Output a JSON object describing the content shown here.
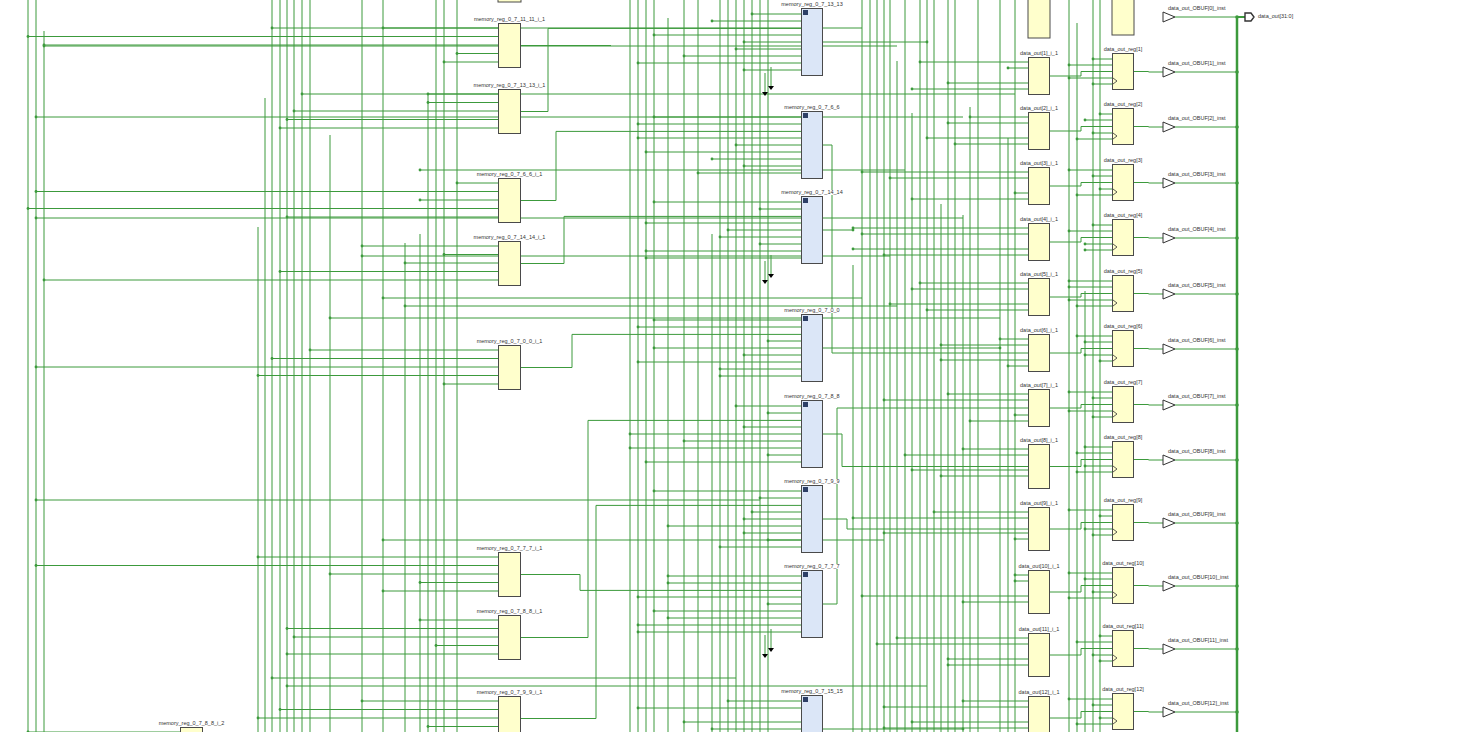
{
  "diagram": {
    "nodes": [
      {
        "text": [
          "memory_reg_0_7_11_11_i_1"
        ]
      },
      {
        "text": [
          "memory_reg_0_7_13_13_i_1"
        ]
      },
      {
        "text": [
          "memory_reg_0_7_6_6_i_1"
        ]
      },
      {
        "text": [
          "memory_reg_0_7_14_14_i_1"
        ]
      },
      {
        "text": [
          "memory_reg_0_7_0_0_i_1"
        ]
      },
      {
        "text": [
          "memory_reg_0_7_7_7_i_1"
        ]
      },
      {
        "text": [
          "memory_reg_0_7_8_8_i_1"
        ]
      },
      {
        "text": [
          "memory_reg_0_7_9_9_i_1"
        ]
      },
      {
        "text": [
          "memory_reg_0_7_8_8_i_2"
        ]
      },
      {
        "text": [
          "memory_reg_0_7_13_13"
        ]
      },
      {
        "text": [
          "memory_reg_0_7_6_6"
        ]
      },
      {
        "text": [
          "memory_reg_0_7_14_14"
        ]
      },
      {
        "text": [
          "memory_reg_0_7_0_0"
        ]
      },
      {
        "text": [
          "memory_reg_0_7_8_8"
        ]
      },
      {
        "text": [
          "memory_reg_0_7_9_9"
        ]
      },
      {
        "text": [
          "memory_reg_0_7_7_7"
        ]
      },
      {
        "text": [
          "memory_reg_0_7_15_15"
        ]
      },
      {
        "text": [
          "data_out[1]_i_1"
        ]
      },
      {
        "text": [
          "data_out[2]_i_1"
        ]
      },
      {
        "text": [
          "data_out[3]_i_1"
        ]
      },
      {
        "text": [
          "data_out[4]_i_1"
        ]
      },
      {
        "text": [
          "data_out[5]_i_1"
        ]
      },
      {
        "text": [
          "data_out[6]_i_1"
        ]
      },
      {
        "text": [
          "data_out[7]_i_1"
        ]
      },
      {
        "text": [
          "data_out[8]_i_1"
        ]
      },
      {
        "text": [
          "data_out[9]_i_1"
        ]
      },
      {
        "text": [
          "data_out[10]_i_1"
        ]
      },
      {
        "text": [
          "data_out[11]_i_1"
        ]
      },
      {
        "text": [
          "data_out[12]_i_1"
        ]
      },
      {
        "text": [
          "data_out_reg[1]"
        ]
      },
      {
        "text": [
          "data_out_reg[2]"
        ]
      },
      {
        "text": [
          "data_out_reg[3]"
        ]
      },
      {
        "text": [
          "data_out_reg[4]"
        ]
      },
      {
        "text": [
          "data_out_reg[5]"
        ]
      },
      {
        "text": [
          "data_out_reg[6]"
        ]
      },
      {
        "text": [
          "data_out_reg[7]"
        ]
      },
      {
        "text": [
          "data_out_reg[8]"
        ]
      },
      {
        "text": [
          "data_out_reg[9]"
        ]
      },
      {
        "text": [
          "data_out_reg[10]"
        ]
      },
      {
        "text": [
          "data_out_reg[11]"
        ]
      },
      {
        "text": [
          "data_out_reg[12]"
        ]
      },
      {
        "text": [
          "data_out_OBUF[0]_inst"
        ]
      },
      {
        "text": [
          "data_out_OBUF[1]_inst"
        ]
      },
      {
        "text": [
          "data_out_OBUF[2]_inst"
        ]
      },
      {
        "text": [
          "data_out_OBUF[3]_inst"
        ]
      },
      {
        "text": [
          "data_out_OBUF[4]_inst"
        ]
      },
      {
        "text": [
          "data_out_OBUF[5]_inst"
        ]
      },
      {
        "text": [
          "data_out_OBUF[6]_inst"
        ]
      },
      {
        "text": [
          "data_out_OBUF[7]_inst"
        ]
      },
      {
        "text": [
          "data_out_OBUF[8]_inst"
        ]
      },
      {
        "text": [
          "data_out_OBUF[9]_inst"
        ]
      },
      {
        "text": [
          "data_out_OBUF[10]_inst"
        ]
      },
      {
        "text": [
          "data_out_OBUF[11]_inst"
        ]
      },
      {
        "text": [
          "data_out_OBUF[12]_inst"
        ]
      },
      {
        "text": [
          "data_out[31:0]"
        ]
      }
    ],
    "edges": [
      {
        "from": 1,
        "to": 9,
        "arrow": "none"
      },
      {
        "from": 2,
        "to": 10,
        "arrow": "none"
      },
      {
        "from": 3,
        "to": 11,
        "arrow": "none"
      },
      {
        "from": 4,
        "to": 12,
        "arrow": "none"
      },
      {
        "from": 5,
        "to": 15,
        "arrow": "none"
      },
      {
        "from": 6,
        "to": 13,
        "arrow": "none"
      },
      {
        "from": 7,
        "to": 14,
        "arrow": "none"
      },
      {
        "from": 10,
        "to": 22,
        "arrow": "none"
      },
      {
        "from": 15,
        "to": 23,
        "arrow": "none"
      },
      {
        "from": 13,
        "to": 24,
        "arrow": "none"
      },
      {
        "from": 14,
        "to": 25,
        "arrow": "none"
      },
      {
        "from": 17,
        "to": 29,
        "arrow": "none"
      },
      {
        "from": 18,
        "to": 30,
        "arrow": "none"
      },
      {
        "from": 19,
        "to": 31,
        "arrow": "none"
      },
      {
        "from": 20,
        "to": 32,
        "arrow": "none"
      },
      {
        "from": 21,
        "to": 33,
        "arrow": "none"
      },
      {
        "from": 22,
        "to": 34,
        "arrow": "none"
      },
      {
        "from": 23,
        "to": 35,
        "arrow": "none"
      },
      {
        "from": 24,
        "to": 36,
        "arrow": "none"
      },
      {
        "from": 25,
        "to": 37,
        "arrow": "none"
      },
      {
        "from": 26,
        "to": 38,
        "arrow": "none"
      },
      {
        "from": 27,
        "to": 39,
        "arrow": "none"
      },
      {
        "from": 28,
        "to": 40,
        "arrow": "none"
      },
      {
        "from": 29,
        "to": 42,
        "arrow": "none"
      },
      {
        "from": 30,
        "to": 43,
        "arrow": "none"
      },
      {
        "from": 31,
        "to": 44,
        "arrow": "none"
      },
      {
        "from": 32,
        "to": 45,
        "arrow": "none"
      },
      {
        "from": 33,
        "to": 46,
        "arrow": "none"
      },
      {
        "from": 34,
        "to": 47,
        "arrow": "none"
      },
      {
        "from": 35,
        "to": 48,
        "arrow": "none"
      },
      {
        "from": 36,
        "to": 49,
        "arrow": "none"
      },
      {
        "from": 37,
        "to": 50,
        "arrow": "none"
      },
      {
        "from": 38,
        "to": 51,
        "arrow": "none"
      },
      {
        "from": 39,
        "to": 52,
        "arrow": "none"
      },
      {
        "from": 40,
        "to": 53,
        "arrow": "none"
      },
      {
        "from": 41,
        "to": 54,
        "arrow": "none"
      },
      {
        "from": 42,
        "to": 54,
        "arrow": "none"
      },
      {
        "from": 43,
        "to": 54,
        "arrow": "none"
      },
      {
        "from": 44,
        "to": 54,
        "arrow": "none"
      },
      {
        "from": 45,
        "to": 54,
        "arrow": "none"
      },
      {
        "from": 46,
        "to": 54,
        "arrow": "none"
      },
      {
        "from": 47,
        "to": 54,
        "arrow": "none"
      },
      {
        "from": 48,
        "to": 54,
        "arrow": "none"
      },
      {
        "from": 49,
        "to": 54,
        "arrow": "none"
      },
      {
        "from": 50,
        "to": 54,
        "arrow": "none"
      },
      {
        "from": 51,
        "to": 54,
        "arrow": "none"
      },
      {
        "from": 52,
        "to": 54,
        "arrow": "none"
      },
      {
        "from": 53,
        "to": 54,
        "arrow": "none"
      }
    ]
  }
}
